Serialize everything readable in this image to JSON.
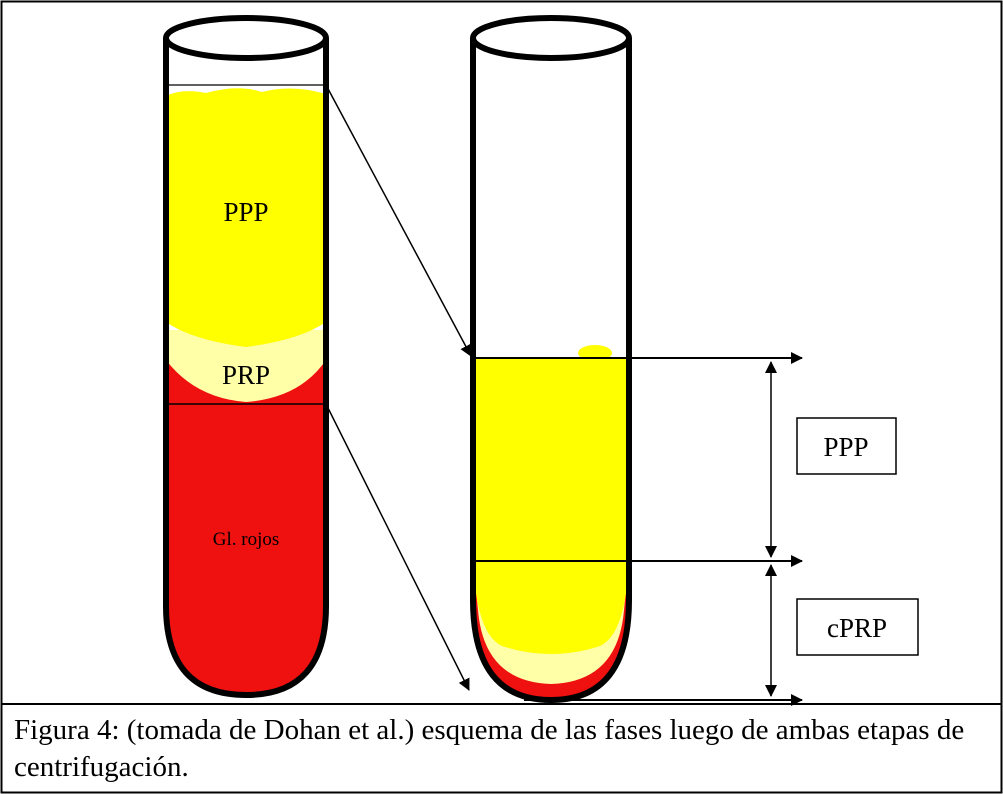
{
  "colors": {
    "red": "#ef1010",
    "yellow": "#ffff00",
    "pale_yellow": "#ffffa8",
    "outline": "#000000"
  },
  "left_tube": {
    "layers": [
      {
        "label": "PPP"
      },
      {
        "label": "PRP"
      },
      {
        "label": "Gl. rojos"
      }
    ]
  },
  "right_tube": {
    "boxes": [
      {
        "label": "PPP"
      },
      {
        "label": "cPRP"
      }
    ]
  },
  "caption": "Figura  4: (tomada de Dohan et al.) esquema de las fases luego de ambas etapas de centrifugación."
}
